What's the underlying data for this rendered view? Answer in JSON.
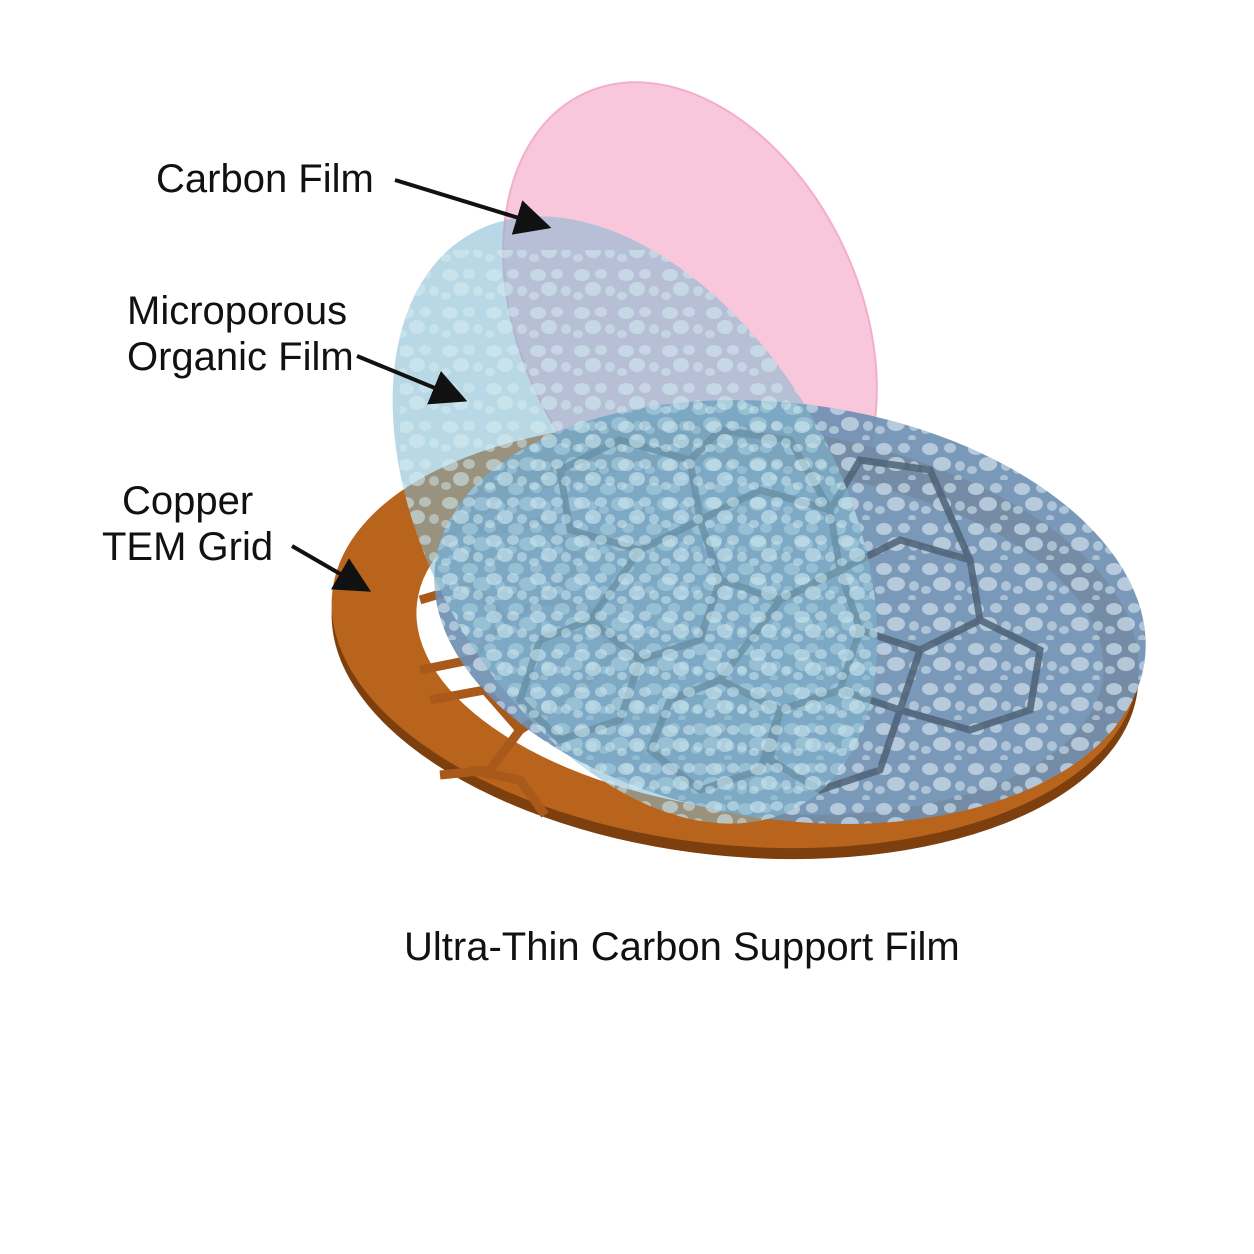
{
  "labels": {
    "carbon_film": "Carbon Film",
    "microporous_line1": "Microporous",
    "microporous_line2": "Organic Film",
    "copper_line1": "Copper",
    "copper_line2": "TEM Grid"
  },
  "caption": "Ultra-Thin Carbon Support Film",
  "colors": {
    "carbon_film": "#f9c7dc",
    "microporous_film": "#7fb8cf",
    "support_film": "#6f8fb2",
    "copper": "#b8641c",
    "arrow": "#111111"
  }
}
